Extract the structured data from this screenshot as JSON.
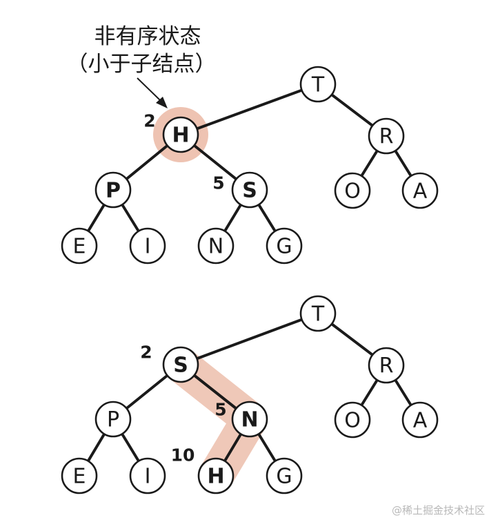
{
  "callout": {
    "line1": "非有序状态",
    "line2": "（小于子结点）"
  },
  "watermark": "@稀土掘金技术社区",
  "colors": {
    "highlight": "#eec3b2",
    "stroke": "#1a1a1a"
  },
  "trees": [
    {
      "id": "before",
      "nodes": [
        {
          "key": "T",
          "label": "T",
          "bold": false
        },
        {
          "key": "H",
          "label": "H",
          "bold": true,
          "index": "2"
        },
        {
          "key": "R",
          "label": "R",
          "bold": false
        },
        {
          "key": "P",
          "label": "P",
          "bold": true
        },
        {
          "key": "S",
          "label": "S",
          "bold": true,
          "index": "5"
        },
        {
          "key": "O",
          "label": "O",
          "bold": false
        },
        {
          "key": "A",
          "label": "A",
          "bold": false
        },
        {
          "key": "E",
          "label": "E",
          "bold": false
        },
        {
          "key": "I",
          "label": "I",
          "bold": false
        },
        {
          "key": "N",
          "label": "N",
          "bold": false
        },
        {
          "key": "G",
          "label": "G",
          "bold": false
        }
      ],
      "edges": [
        [
          "T",
          "H"
        ],
        [
          "T",
          "R"
        ],
        [
          "H",
          "P"
        ],
        [
          "H",
          "S"
        ],
        [
          "R",
          "O"
        ],
        [
          "R",
          "A"
        ],
        [
          "P",
          "E"
        ],
        [
          "P",
          "I"
        ],
        [
          "S",
          "N"
        ],
        [
          "S",
          "G"
        ]
      ],
      "highlight": [
        "H"
      ]
    },
    {
      "id": "after",
      "nodes": [
        {
          "key": "T",
          "label": "T",
          "bold": false
        },
        {
          "key": "S",
          "label": "S",
          "bold": true,
          "index": "2"
        },
        {
          "key": "R",
          "label": "R",
          "bold": false
        },
        {
          "key": "P",
          "label": "P",
          "bold": false
        },
        {
          "key": "N",
          "label": "N",
          "bold": true,
          "index": "5"
        },
        {
          "key": "O",
          "label": "O",
          "bold": false
        },
        {
          "key": "A",
          "label": "A",
          "bold": false
        },
        {
          "key": "E",
          "label": "E",
          "bold": false
        },
        {
          "key": "I",
          "label": "I",
          "bold": false
        },
        {
          "key": "H",
          "label": "H",
          "bold": true,
          "index": "10"
        },
        {
          "key": "G",
          "label": "G",
          "bold": false
        }
      ],
      "edges": [
        [
          "T",
          "S"
        ],
        [
          "T",
          "R"
        ],
        [
          "S",
          "P"
        ],
        [
          "S",
          "N"
        ],
        [
          "R",
          "O"
        ],
        [
          "R",
          "A"
        ],
        [
          "P",
          "E"
        ],
        [
          "P",
          "I"
        ],
        [
          "N",
          "H"
        ],
        [
          "N",
          "G"
        ]
      ],
      "highlight": [
        "S",
        "N",
        "H"
      ]
    }
  ]
}
